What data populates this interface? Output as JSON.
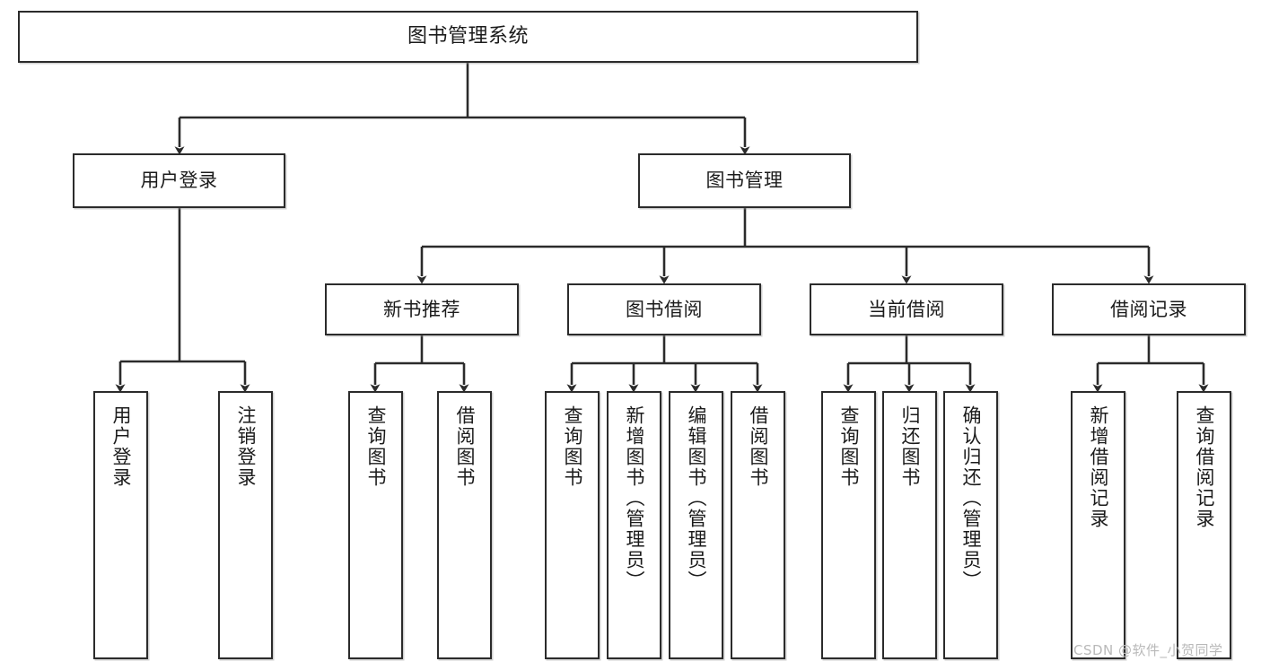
{
  "diagram": {
    "title": "图书管理系统",
    "type": "tree-structure-chart",
    "watermark": "CSDN @软件_小贺同学",
    "nodes": {
      "root": {
        "label": "图书管理系统"
      },
      "level2": [
        {
          "id": "user-login",
          "label": "用户登录"
        },
        {
          "id": "book-management",
          "label": "图书管理"
        }
      ],
      "level3": [
        {
          "id": "new-book-recommend",
          "label": "新书推荐"
        },
        {
          "id": "book-borrow",
          "label": "图书借阅"
        },
        {
          "id": "current-borrow",
          "label": "当前借阅"
        },
        {
          "id": "borrow-record",
          "label": "借阅记录"
        }
      ],
      "leaves": {
        "user_login": [
          {
            "id": "leaf-user-login",
            "label": "用户登录"
          },
          {
            "id": "leaf-logout-login",
            "label": "注销登录"
          }
        ],
        "new_book_recommend": [
          {
            "id": "leaf-query-book-1",
            "label": "查询图书"
          },
          {
            "id": "leaf-borrow-book-1",
            "label": "借阅图书"
          }
        ],
        "book_borrow": [
          {
            "id": "leaf-query-book-2",
            "label": "查询图书"
          },
          {
            "id": "leaf-add-book",
            "label": "新增图书（管理员）"
          },
          {
            "id": "leaf-edit-book",
            "label": "编辑图书（管理员）"
          },
          {
            "id": "leaf-borrow-book-2",
            "label": "借阅图书"
          }
        ],
        "current_borrow": [
          {
            "id": "leaf-query-book-3",
            "label": "查询图书"
          },
          {
            "id": "leaf-return-book",
            "label": "归还图书"
          },
          {
            "id": "leaf-confirm-return",
            "label": "确认归还（管理员）"
          }
        ],
        "borrow_record": [
          {
            "id": "leaf-add-record",
            "label": "新增借阅记录"
          },
          {
            "id": "leaf-query-record",
            "label": "查询借阅记录"
          }
        ]
      }
    },
    "colors": {
      "stroke": "#2b2b2b",
      "text": "#1b1b1b",
      "background": "#ffffff",
      "watermark": "#b9b9b9"
    }
  }
}
